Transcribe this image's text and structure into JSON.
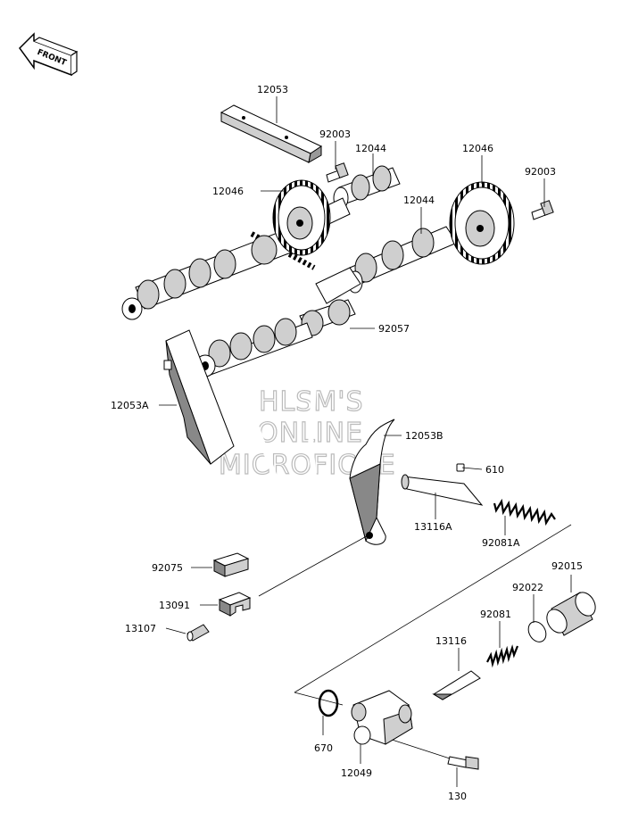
{
  "front_arrow": {
    "label": "FRONT",
    "icon": "front-direction-arrow-icon"
  },
  "watermark": [
    "HLSM'S",
    "ONLINE",
    "MICROFICHE"
  ],
  "parts": [
    {
      "id": "12053"
    },
    {
      "id": "92003"
    },
    {
      "id": "12044"
    },
    {
      "id": "12046"
    },
    {
      "id": "92003"
    },
    {
      "id": "12046"
    },
    {
      "id": "12044"
    },
    {
      "id": "92057"
    },
    {
      "id": "12053A"
    },
    {
      "id": "12053B"
    },
    {
      "id": "610"
    },
    {
      "id": "13116A"
    },
    {
      "id": "92081A"
    },
    {
      "id": "92075"
    },
    {
      "id": "13091"
    },
    {
      "id": "13107"
    },
    {
      "id": "92015"
    },
    {
      "id": "92022"
    },
    {
      "id": "92081"
    },
    {
      "id": "13116"
    },
    {
      "id": "670"
    },
    {
      "id": "12049"
    },
    {
      "id": "130"
    }
  ],
  "colors": {
    "line": "#000000",
    "part_fill": "#ffffff",
    "shade": "#cfcfcf",
    "dark": "#555555",
    "watermark": "#bbbbbb"
  }
}
